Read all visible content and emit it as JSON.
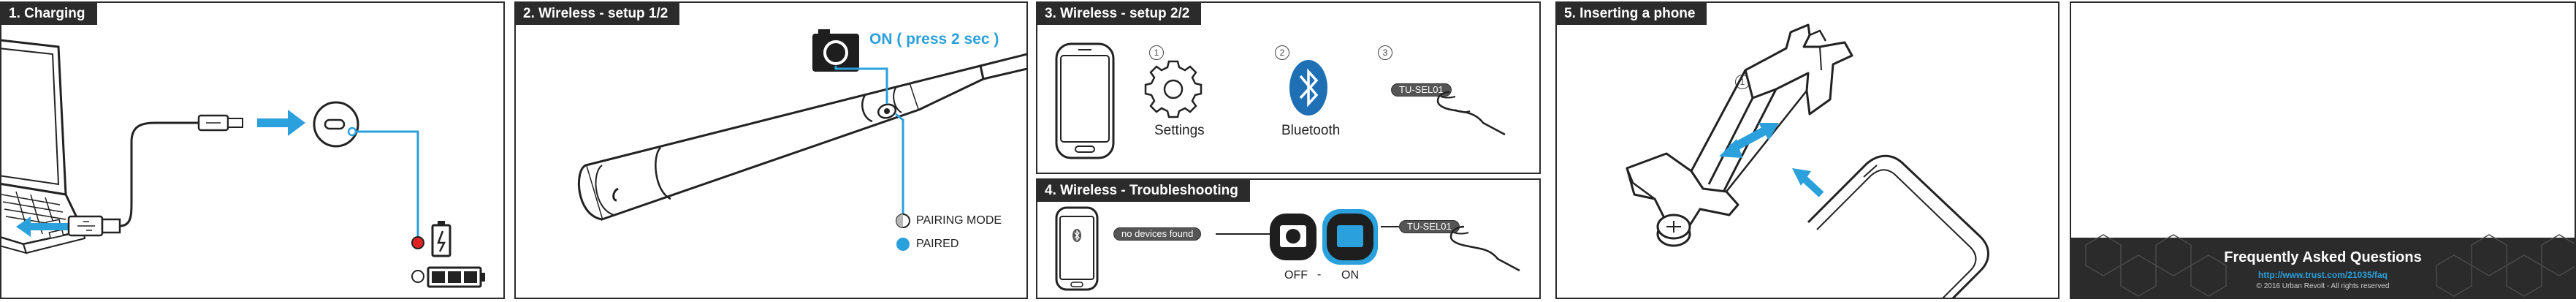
{
  "panels": {
    "charging": {
      "title": "1. Charging"
    },
    "setup1": {
      "title": "2. Wireless - setup 1/2",
      "on_label": "ON ( press 2 sec )",
      "legend_pairing": "PAIRING MODE",
      "legend_paired": "PAIRED"
    },
    "setup2": {
      "title": "3. Wireless - setup 2/2",
      "steps": [
        {
          "num": "1",
          "label": "Settings"
        },
        {
          "num": "2",
          "label": "Bluetooth"
        },
        {
          "num": "3",
          "label": "TU-SEL01"
        }
      ]
    },
    "troubleshooting": {
      "title": "4. Wireless - Troubleshooting",
      "no_devices": "no devices found",
      "off_label": "OFF",
      "separator": "-",
      "on_label": "ON",
      "device_name": "TU-SEL01"
    },
    "inserting": {
      "title": "5. Inserting a phone",
      "step_num": "1"
    },
    "faq": {
      "title": "Frequently Asked Questions",
      "url": "http://www.trust.com/21035/faq",
      "copyright": "© 2016 Urban Revolt - All rights reserved"
    }
  },
  "colors": {
    "accent_blue": "#2aa0dc",
    "bluetooth_blue": "#1f6fb5",
    "dark": "#2b2b2b",
    "battery_red": "#e02424"
  },
  "icons": [
    "laptop-icon",
    "usb-cable-icon",
    "charge-port-icon",
    "battery-icon",
    "camera-button-icon",
    "selfie-stick-icon",
    "phone-icon",
    "gear-icon",
    "bluetooth-icon",
    "finger-tap-icon",
    "phone-holder-icon",
    "double-arrow-icon"
  ]
}
